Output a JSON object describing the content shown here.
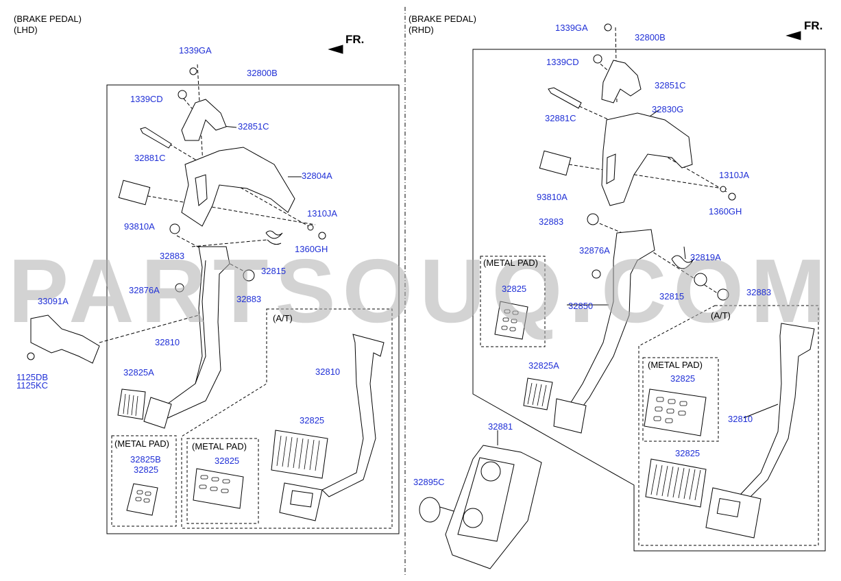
{
  "left_panel": {
    "header_line1": "(BRAKE PEDAL)",
    "header_line2": "(LHD)",
    "fr_label": "FR.",
    "sub_at": "(A/T)",
    "sub_metal_pad_1": "(METAL PAD)",
    "sub_metal_pad_2": "(METAL PAD)",
    "parts": {
      "p_1339GA": "1339GA",
      "p_32800B": "32800B",
      "p_1339CD": "1339CD",
      "p_32851C": "32851C",
      "p_32881C": "32881C",
      "p_32804A": "32804A",
      "p_93810A": "93810A",
      "p_1310JA": "1310JA",
      "p_1360GH": "1360GH",
      "p_32883a": "32883",
      "p_32815": "32815",
      "p_32876A": "32876A",
      "p_32883b": "32883",
      "p_33091A": "33091A",
      "p_32810a": "32810",
      "p_1125DB": "1125DB",
      "p_1125KC": "1125KC",
      "p_32825A": "32825A",
      "p_32810b": "32810",
      "p_32825a": "32825",
      "p_32825B": "32825B",
      "p_32825b": "32825",
      "p_32825c": "32825"
    }
  },
  "right_panel": {
    "header_line1": "(BRAKE PEDAL)",
    "header_line2": "(RHD)",
    "fr_label": "FR.",
    "sub_metal_pad_1": "(METAL PAD)",
    "sub_at": "(A/T)",
    "sub_metal_pad_2": "(METAL PAD)",
    "parts": {
      "p_1339GA": "1339GA",
      "p_32800B": "32800B",
      "p_1339CD": "1339CD",
      "p_32851C": "32851C",
      "p_32830G": "32830G",
      "p_32881C": "32881C",
      "p_1310JA": "1310JA",
      "p_93810A": "93810A",
      "p_1360GH": "1360GH",
      "p_32883a": "32883",
      "p_32876A": "32876A",
      "p_32819A": "32819A",
      "p_32825a": "32825",
      "p_32815": "32815",
      "p_32883b": "32883",
      "p_32850": "32850",
      "p_32825A": "32825A",
      "p_32825b": "32825",
      "p_32810": "32810",
      "p_32881": "32881",
      "p_32825c": "32825",
      "p_32895C": "32895C"
    }
  },
  "watermark": "PARTSOUQ.COM",
  "colors": {
    "part_label": "#1f2fd6",
    "line": "#000000",
    "watermark": "#afafaf"
  }
}
